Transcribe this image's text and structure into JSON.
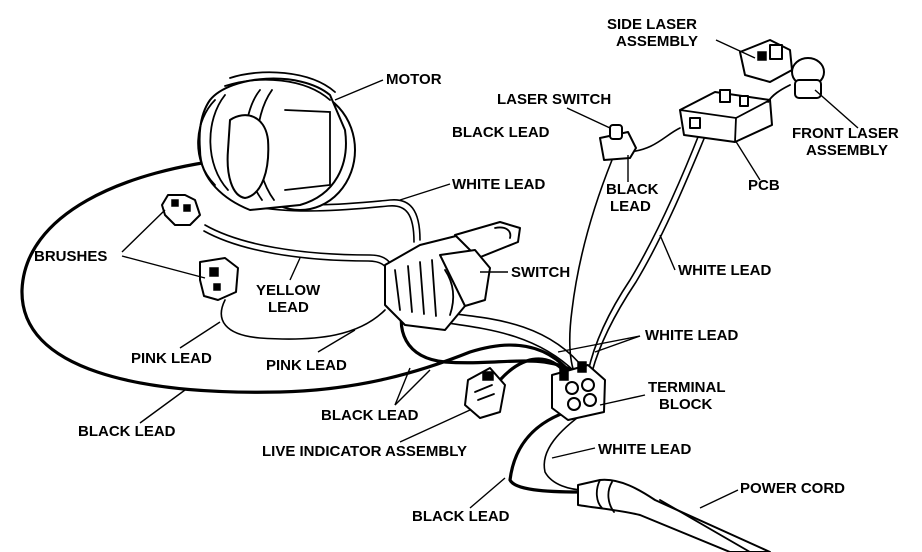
{
  "labels": {
    "motor": "MOTOR",
    "side_laser_1": "SIDE LASER",
    "side_laser_2": "ASSEMBLY",
    "laser_switch": "LASER SWITCH",
    "black_lead_top": "BLACK LEAD",
    "front_laser_1": "FRONT LASER",
    "front_laser_2": "ASSEMBLY",
    "white_lead_top": "WHITE LEAD",
    "black_lead_pcb_1": "BLACK",
    "black_lead_pcb_2": "LEAD",
    "pcb": "PCB",
    "brushes": "BRUSHES",
    "yellow_lead_1": "YELLOW",
    "yellow_lead_2": "LEAD",
    "switch": "SWITCH",
    "white_lead_right": "WHITE LEAD",
    "white_lead_mid": "WHITE LEAD",
    "pink_lead_left": "PINK LEAD",
    "pink_lead_mid": "PINK LEAD",
    "terminal_block_1": "TERMINAL",
    "terminal_block_2": "BLOCK",
    "black_lead_mid": "BLACK LEAD",
    "black_lead_left": "BLACK LEAD",
    "live_indicator": "LIVE INDICATOR ASSEMBLY",
    "white_lead_bottom": "WHITE LEAD",
    "power_cord": "POWER CORD",
    "black_lead_bottom": "BLACK LEAD"
  }
}
